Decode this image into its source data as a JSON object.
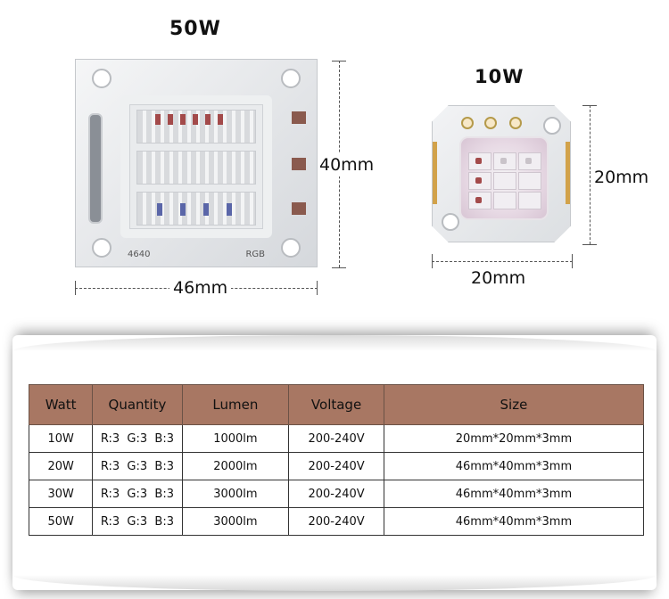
{
  "products": {
    "large": {
      "title": "50W",
      "width_label": "46mm",
      "height_label": "40mm",
      "code_label": "4640",
      "rgb_label": "RGB"
    },
    "small": {
      "title": "10W",
      "width_label": "20mm",
      "height_label": "20mm"
    }
  },
  "spec_table": {
    "headers": [
      "Watt",
      "Quantity",
      "Lumen",
      "Voltage",
      "Size"
    ],
    "rows": [
      [
        "10W",
        "R:3  G:3  B:3",
        "1000lm",
        "200-240V",
        "20mm*20mm*3mm"
      ],
      [
        "20W",
        "R:3  G:3  B:3",
        "2000lm",
        "200-240V",
        "46mm*40mm*3mm"
      ],
      [
        "30W",
        "R:3  G:3  B:3",
        "3000lm",
        "200-240V",
        "46mm*40mm*3mm"
      ],
      [
        "50W",
        "R:3  G:3  B:3",
        "3000lm",
        "200-240V",
        "46mm*40mm*3mm"
      ]
    ]
  },
  "colors": {
    "header_bg": "#a87763",
    "chip_red": "#a34a4a",
    "chip_blue": "#5a66a8",
    "contact_gold": "#d2a24a"
  }
}
